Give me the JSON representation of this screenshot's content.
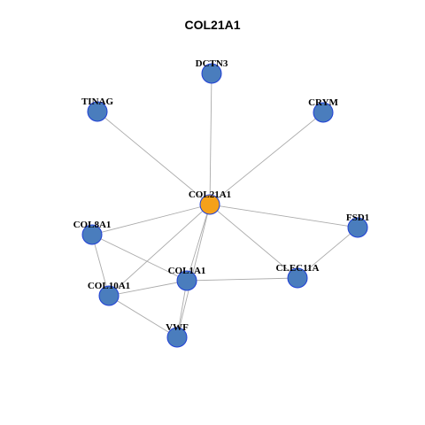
{
  "title": "COL21A1",
  "colors": {
    "hub_node": "#f5a11b",
    "node": "#4a7dbd",
    "node_border": "#1f3fd6",
    "edge": "#ababab"
  },
  "network": {
    "nodes": [
      {
        "id": "COL21A1",
        "label": "COL21A1",
        "role": "hub"
      },
      {
        "id": "DCTN3",
        "label": "DCTN3",
        "role": "neighbor"
      },
      {
        "id": "TINAG",
        "label": "TINAG",
        "role": "neighbor"
      },
      {
        "id": "CRYM",
        "label": "CRYM",
        "role": "neighbor"
      },
      {
        "id": "COL8A1",
        "label": "COL8A1",
        "role": "neighbor"
      },
      {
        "id": "FSD1",
        "label": "FSD1",
        "role": "neighbor"
      },
      {
        "id": "COL1A1",
        "label": "COL1A1",
        "role": "neighbor"
      },
      {
        "id": "CLEC11A",
        "label": "CLEC11A",
        "role": "neighbor"
      },
      {
        "id": "COL10A1",
        "label": "COL10A1",
        "role": "neighbor"
      },
      {
        "id": "VWF",
        "label": "VWF",
        "role": "neighbor"
      }
    ],
    "edges": [
      [
        "COL21A1",
        "DCTN3"
      ],
      [
        "COL21A1",
        "TINAG"
      ],
      [
        "COL21A1",
        "CRYM"
      ],
      [
        "COL21A1",
        "COL8A1"
      ],
      [
        "COL21A1",
        "FSD1"
      ],
      [
        "COL21A1",
        "CLEC11A"
      ],
      [
        "COL21A1",
        "COL1A1"
      ],
      [
        "COL21A1",
        "COL10A1"
      ],
      [
        "COL21A1",
        "VWF"
      ],
      [
        "COL8A1",
        "COL1A1"
      ],
      [
        "COL8A1",
        "COL10A1"
      ],
      [
        "COL1A1",
        "COL10A1"
      ],
      [
        "COL1A1",
        "CLEC11A"
      ],
      [
        "COL1A1",
        "VWF"
      ],
      [
        "COL10A1",
        "VWF"
      ],
      [
        "FSD1",
        "CLEC11A"
      ]
    ]
  }
}
